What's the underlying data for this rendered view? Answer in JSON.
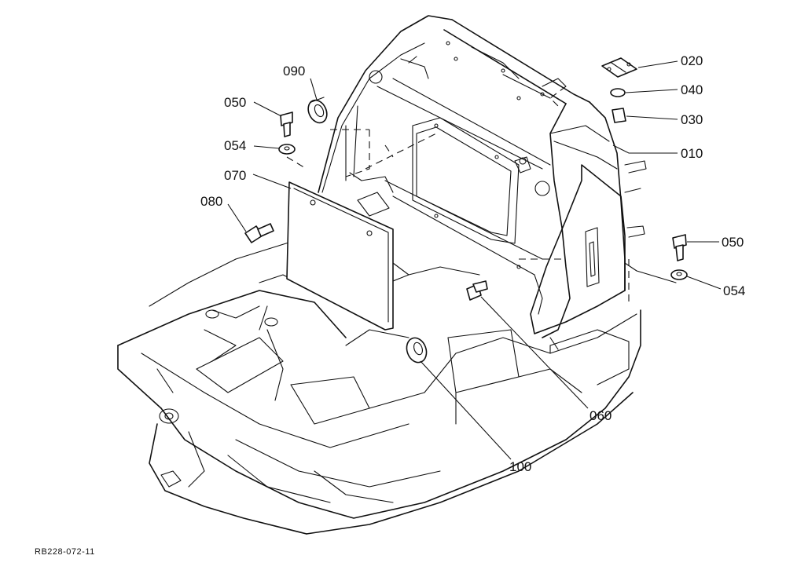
{
  "drawing_number": "RB228-072-11",
  "callouts": {
    "c010": "010",
    "c020": "020",
    "c030": "030",
    "c040": "040",
    "c050a": "050",
    "c050b": "050",
    "c054a": "054",
    "c054b": "054",
    "c060": "060",
    "c070": "070",
    "c080": "080",
    "c090": "090",
    "c100": "100"
  }
}
